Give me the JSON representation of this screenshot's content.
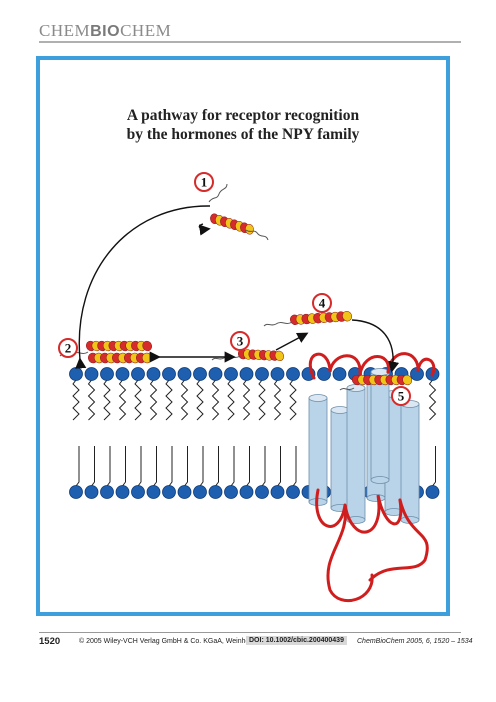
{
  "header": {
    "journal_pre": "CHEM",
    "journal_mid": "BIO",
    "journal_post": "CHEM"
  },
  "figure": {
    "title_line1": "A pathway for receptor recognition",
    "title_line2": "by the hormones of the NPY family",
    "steps": [
      "1",
      "2",
      "3",
      "4",
      "5"
    ],
    "colors": {
      "frame": "#3d9fdb",
      "step_circle": "#d62b2b",
      "helix_red": "#d62b2b",
      "helix_yellow": "#f0c419",
      "lipid_head": "#1f5fb0",
      "receptor": "#b9d3e8",
      "receptor_loop": "#d01e1e"
    }
  },
  "footer": {
    "page_number": "1520",
    "copyright": "© 2005 Wiley-VCH Verlag GmbH & Co. KGaA, Weinheim",
    "doi": "DOI: 10.1002/cbic.200400439",
    "citation": "ChemBioChem 2005, 6, 1520 – 1534"
  }
}
